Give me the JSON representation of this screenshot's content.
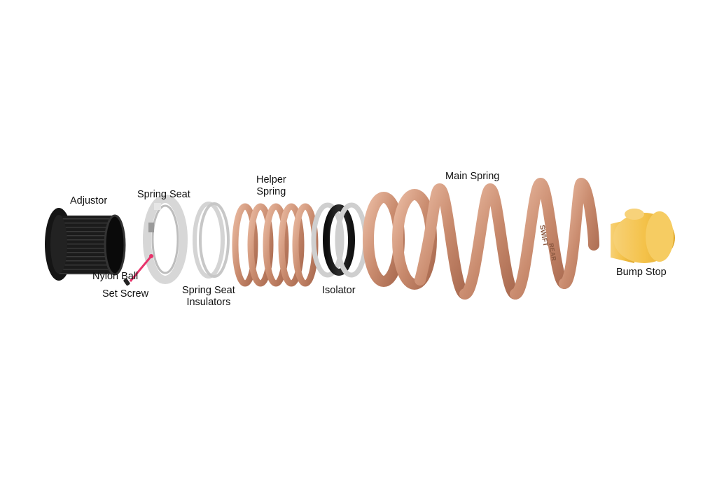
{
  "labels": {
    "adjustor": "Adjustor",
    "spring_seat": "Spring Seat",
    "helper_spring": [
      "Helper",
      "Spring"
    ],
    "main_spring": "Main Spring",
    "nylon_ball": "Nylon Ball",
    "set_screw": "Set Screw",
    "spring_seat_insulators": [
      "Spring Seat",
      "Insulators"
    ],
    "isolator": "Isolator",
    "bump_stop": "Bump Stop"
  },
  "spring_marking": {
    "brand": "SWIFT",
    "position": "REAR"
  },
  "colors": {
    "background": "#ffffff",
    "spring_copper": "#c98b6e",
    "spring_highlight": "#e6b49a",
    "adjustor_black": "#1b1b1b",
    "seat_silver": "#d9d9d9",
    "bump_stop_yellow": "#f4c24a",
    "nylon_ball_pink": "#e8336b"
  }
}
